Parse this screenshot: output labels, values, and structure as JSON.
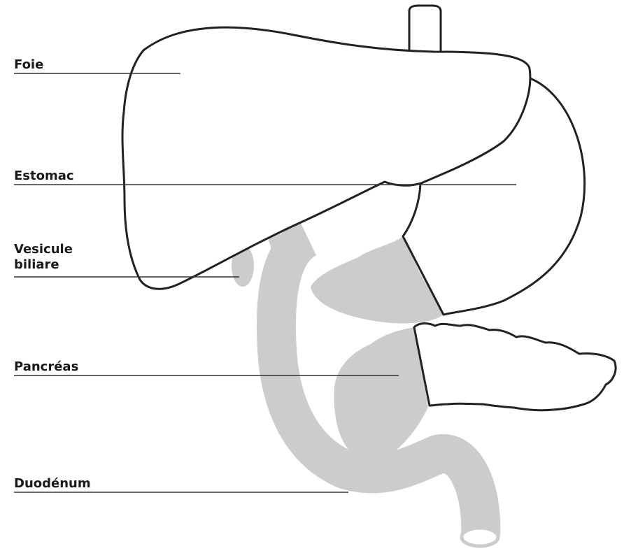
{
  "labels": {
    "liver": "Foie",
    "stomach": "Estomac",
    "gallbladder": "Vesicule\nbiliare",
    "pancreas": "Pancréas",
    "duodenum": "Duodénum"
  },
  "colors": {
    "outline": "#222222",
    "fill": "#ffffff",
    "gray_organ": "#cccccc",
    "faint_duct": "#e6e6e6",
    "leader_line": "#333333",
    "text": "#1a1a1a"
  }
}
